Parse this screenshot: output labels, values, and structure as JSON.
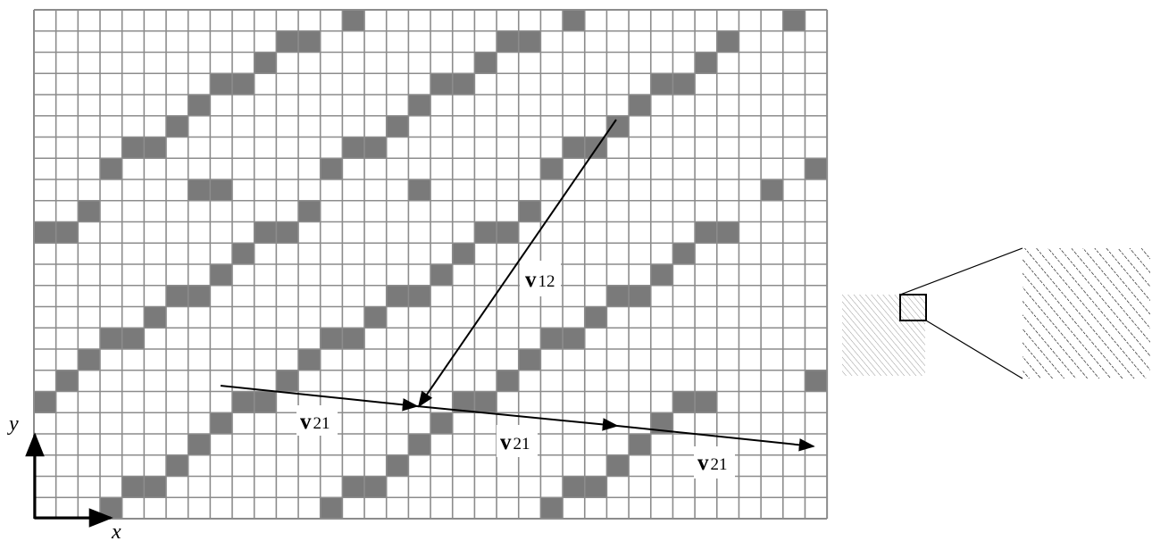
{
  "colors": {
    "grid_line": "#8c8c8c",
    "filled_cell": "#7a7a7a",
    "cell_background": "#ffffff",
    "arrow": "#000000",
    "zoom_pattern": "#000000"
  },
  "grid": {
    "columns": 36,
    "rows": 24
  },
  "axes": {
    "x_label": "x",
    "y_label": "y"
  },
  "vectors": [
    {
      "id": "v12",
      "base": "v",
      "sub": "12"
    },
    {
      "id": "v21a",
      "base": "v",
      "sub": "21"
    },
    {
      "id": "v21b",
      "base": "v",
      "sub": "21"
    },
    {
      "id": "v21c",
      "base": "v",
      "sub": "21"
    }
  ],
  "filled_rows": [
    [
      14,
      24,
      34
    ],
    [
      11,
      12,
      21,
      22,
      31
    ],
    [
      10,
      20,
      30
    ],
    [
      8,
      9,
      18,
      19,
      28,
      29
    ],
    [
      7,
      17,
      27
    ],
    [
      6,
      16,
      26
    ],
    [
      4,
      5,
      14,
      15,
      24,
      25
    ],
    [
      3,
      13,
      23,
      35
    ],
    [
      7,
      8,
      17,
      33
    ],
    [
      2,
      12,
      22
    ],
    [
      0,
      1,
      10,
      11,
      20,
      21,
      30,
      31
    ],
    [
      9,
      19,
      29
    ],
    [
      8,
      18,
      28
    ],
    [
      6,
      7,
      16,
      17,
      26,
      27
    ],
    [
      5,
      15,
      25
    ],
    [
      3,
      4,
      13,
      14,
      23,
      24
    ],
    [
      2,
      12,
      22
    ],
    [
      1,
      11,
      21,
      35
    ],
    [
      0,
      9,
      10,
      19,
      20,
      29,
      30
    ],
    [
      8,
      18,
      28
    ],
    [
      7,
      17,
      27
    ],
    [
      6,
      16,
      26
    ],
    [
      4,
      5,
      14,
      15,
      24,
      25
    ],
    [
      3,
      13,
      23
    ]
  ],
  "zoom_inset": {
    "pattern": "diagonal-hatch"
  }
}
